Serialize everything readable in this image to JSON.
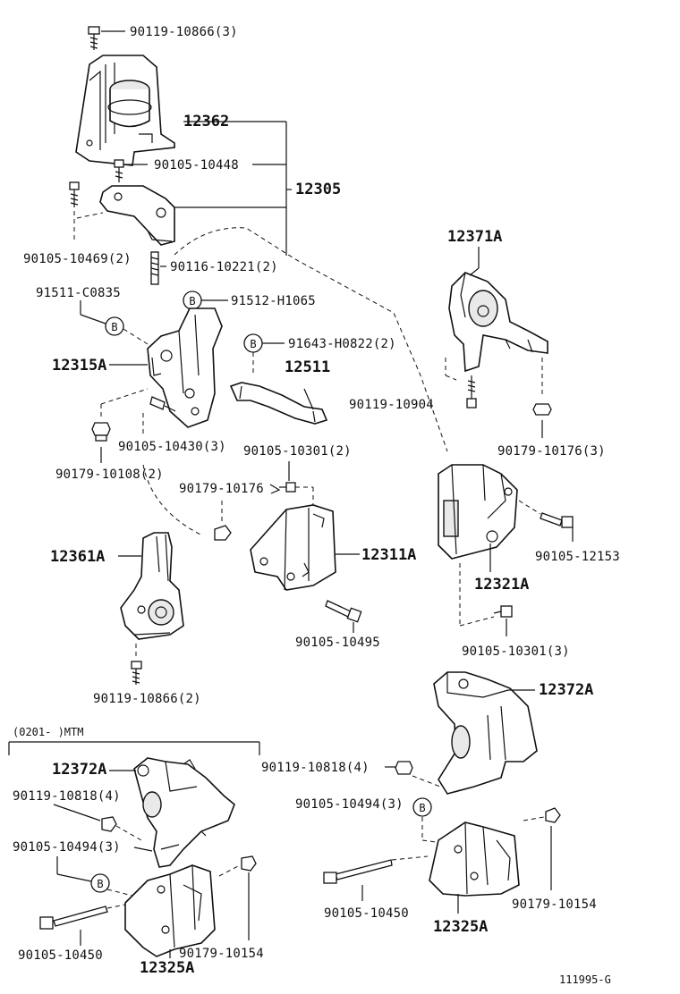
{
  "labels": {
    "p90119_10866_3": "90119-10866(3)",
    "p12362": "12362",
    "p90105_10448": "90105-10448",
    "p12305": "12305",
    "p90105_10469_2": "90105-10469(2)",
    "p90116_10221_2": "90116-10221(2)",
    "p91511_C0835": "91511-C0835",
    "p91512_H1065": "91512-H1065",
    "p91643_H0822_2": "91643-H0822(2)",
    "p12315A": "12315A",
    "p12511": "12511",
    "p90105_10430_3": "90105-10430(3)",
    "p90105_10301_2": "90105-10301(2)",
    "p90179_10108_2": "90179-10108(2)",
    "p90179_10176": "90179-10176",
    "p12371A": "12371A",
    "p90119_10904": "90119-10904",
    "p90179_10176_3": "90179-10176(3)",
    "p12361A": "12361A",
    "p12311A": "12311A",
    "p90105_12153": "90105-12153",
    "p12321A": "12321A",
    "p90105_10495": "90105-10495",
    "p90105_10301_3": "90105-10301(3)",
    "p90119_10866_2": "90119-10866(2)",
    "p12372A_right": "12372A",
    "inset_note": "(0201-       )MTM",
    "p90119_10818_4_right": "90119-10818(4)",
    "p12372A_left": "12372A",
    "p90119_10818_4_left": "90119-10818(4)",
    "p90105_10494_3_right": "90105-10494(3)",
    "p90105_10494_3_left": "90105-10494(3)",
    "p90105_10450_right": "90105-10450",
    "p90179_10154_right": "90179-10154",
    "p12325A_right": "12325A",
    "p90105_10450_left": "90105-10450",
    "p90179_10154_left": "90179-10154",
    "p12325A_left": "12325A",
    "figure_id": "111995-G"
  },
  "callout_letter": "B"
}
